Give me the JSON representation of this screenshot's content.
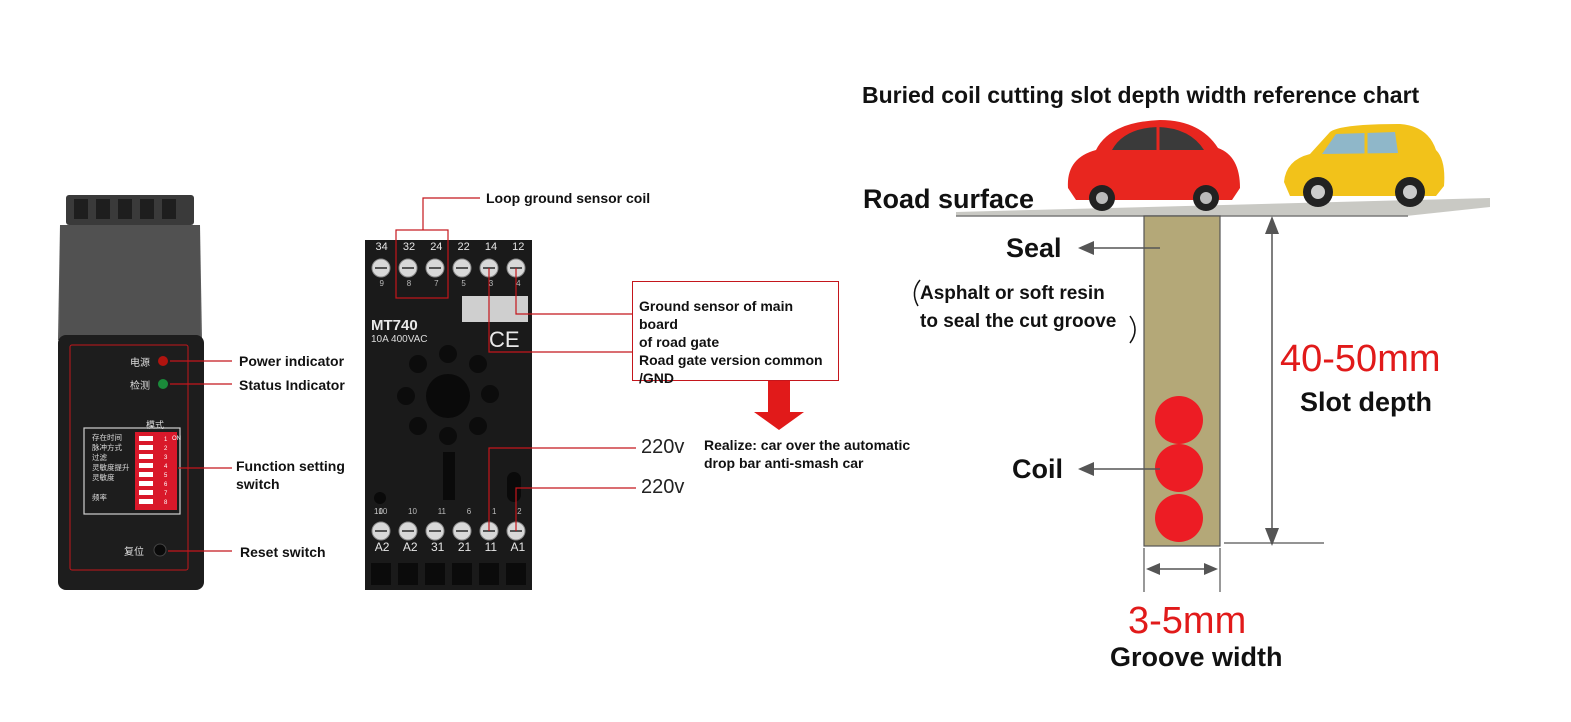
{
  "controller": {
    "labels": {
      "power": "Power indicator",
      "status": "Status Indicator",
      "function": "Function setting",
      "function2": "switch",
      "reset": "Reset switch"
    },
    "panel_text": {
      "power_cn": "电源",
      "detect_cn": "检测",
      "mode_cn": "模式",
      "reset_cn": "复位",
      "dip_list": [
        "存在时间",
        "脉冲方式",
        "过滤",
        "灵敏度提升",
        "灵敏度",
        "",
        "频率"
      ],
      "on": "ON",
      "dip_nums": [
        "1",
        "2",
        "3",
        "4",
        "5",
        "6",
        "7",
        "8"
      ]
    }
  },
  "relay": {
    "model": "MT740",
    "rating": "10A 400VAC",
    "ce": "CE",
    "top_pins": [
      "34",
      "32",
      "24",
      "22",
      "14",
      "12"
    ],
    "top_sub": [
      "9",
      "8",
      "7",
      "5",
      "3",
      "4"
    ],
    "bottom_pins": [
      "A2",
      "A2",
      "31",
      "21",
      "11",
      "A1"
    ],
    "bottom_sub": [
      "10",
      "10",
      "11",
      "6",
      "1",
      "2"
    ],
    "pin_tag": "10",
    "labels": {
      "coil": "Loop ground sensor coil",
      "main_board_1": "Ground sensor of main board",
      "main_board_2": "of road gate",
      "main_board_3": "Road gate version common",
      "main_board_4": "/GND",
      "v1": "220v",
      "v2": "220v",
      "realize_1": "Realize: car over the automatic",
      "realize_2": "drop bar anti-smash car"
    }
  },
  "slot_chart": {
    "title": "Buried coil cutting slot depth width reference chart",
    "road_surface": "Road surface",
    "seal": "Seal",
    "seal_note_1": "Asphalt or soft resin",
    "seal_note_2": "to seal the cut groove",
    "coil": "Coil",
    "depth_value": "40-50mm",
    "depth_label": "Slot depth",
    "width_value": "3-5mm",
    "width_label": "Groove width",
    "colors": {
      "dimension_red": "#e11a1a",
      "groove": "#b4a878",
      "road": "#c9c9c4",
      "car_red": "#e8261f",
      "car_yellow": "#f2c21a"
    }
  }
}
